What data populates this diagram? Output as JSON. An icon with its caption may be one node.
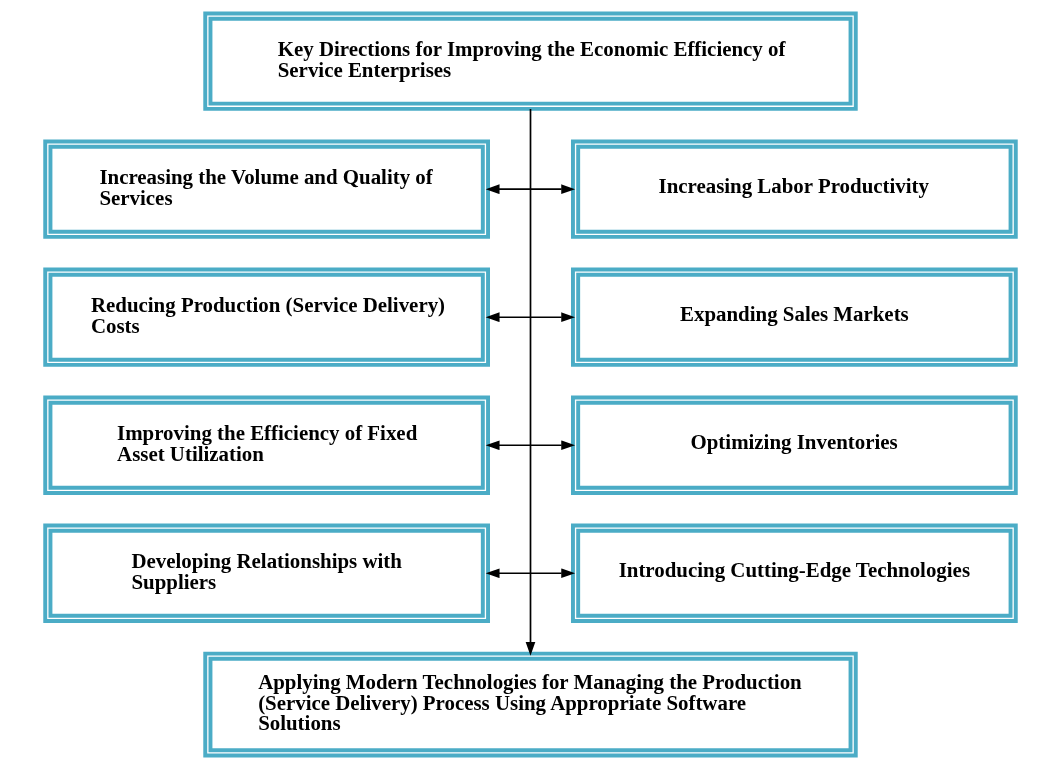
{
  "diagram": {
    "nodes": [
      {
        "text": [
          "Key Directions for Improving the Economic Efficiency of Service Enterprises"
        ]
      },
      {
        "text": [
          "Increasing the Volume and Quality of Services"
        ]
      },
      {
        "text": [
          "Increasing Labor Productivity"
        ]
      },
      {
        "text": [
          "Reducing Production (Service Delivery) Costs"
        ]
      },
      {
        "text": [
          "Expanding Sales Markets"
        ]
      },
      {
        "text": [
          "Improving the Efficiency of Fixed Asset Utilization"
        ]
      },
      {
        "text": [
          "Optimizing Inventories"
        ]
      },
      {
        "text": [
          "Developing Relationships with Suppliers"
        ]
      },
      {
        "text": [
          "Introducing Cutting-Edge Technologies"
        ]
      },
      {
        "text": [
          "Applying Modern Technologies for Managing the Production (Service Delivery) Process Using Appropriate Software Solutions"
        ]
      }
    ],
    "edges": [
      {
        "from": 0,
        "to": 9,
        "arrow": "to"
      },
      {
        "from": 1,
        "to": 2,
        "arrow": "both"
      },
      {
        "from": 3,
        "to": 4,
        "arrow": "both"
      },
      {
        "from": 5,
        "to": 6,
        "arrow": "both"
      },
      {
        "from": 7,
        "to": 8,
        "arrow": "both"
      }
    ]
  }
}
